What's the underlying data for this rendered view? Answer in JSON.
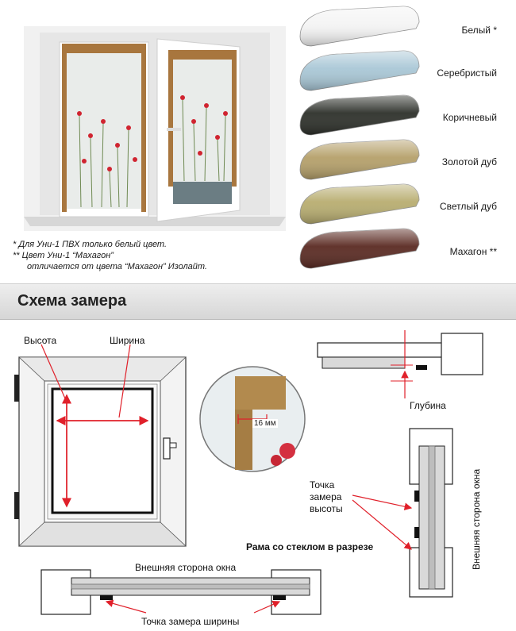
{
  "colors": {
    "accent_red": "#e0202a",
    "frame_gray": "#d9d9d9",
    "section_bar": "#e0e0e0"
  },
  "swatches": [
    {
      "label": "Белый *",
      "fill": "#f4f4f4"
    },
    {
      "label": "Серебристый",
      "fill": "#a9c7d6"
    },
    {
      "label": "Коричневый",
      "fill": "#2d302a"
    },
    {
      "label": "Золотой дуб",
      "fill": "#b5a06a"
    },
    {
      "label": "Светлый дуб",
      "fill": "#b8ad70"
    },
    {
      "label": "Махагон **",
      "fill": "#5a2a22"
    }
  ],
  "notes": {
    "line1": "*  Для Уни-1 ПВХ только белый цвет.",
    "line2": "** Цвет Уни-1 “Махагон”",
    "line3": "отличается от цвета “Махагон” Изолайт."
  },
  "section": {
    "title": "Схема замера"
  },
  "labels": {
    "height": "Высота",
    "width": "Ширина",
    "depth": "Глубина",
    "mm16": "16 мм",
    "height_point_1": "Точка",
    "height_point_2": "замера",
    "height_point_3": "высоты",
    "frame_section": "Рама со стеклом в разрезе",
    "outer_side_vertical": "Внешняя сторона окна",
    "outer_side_horizontal": "Внешняя сторона окна",
    "width_point": "Точка замера ширины"
  }
}
